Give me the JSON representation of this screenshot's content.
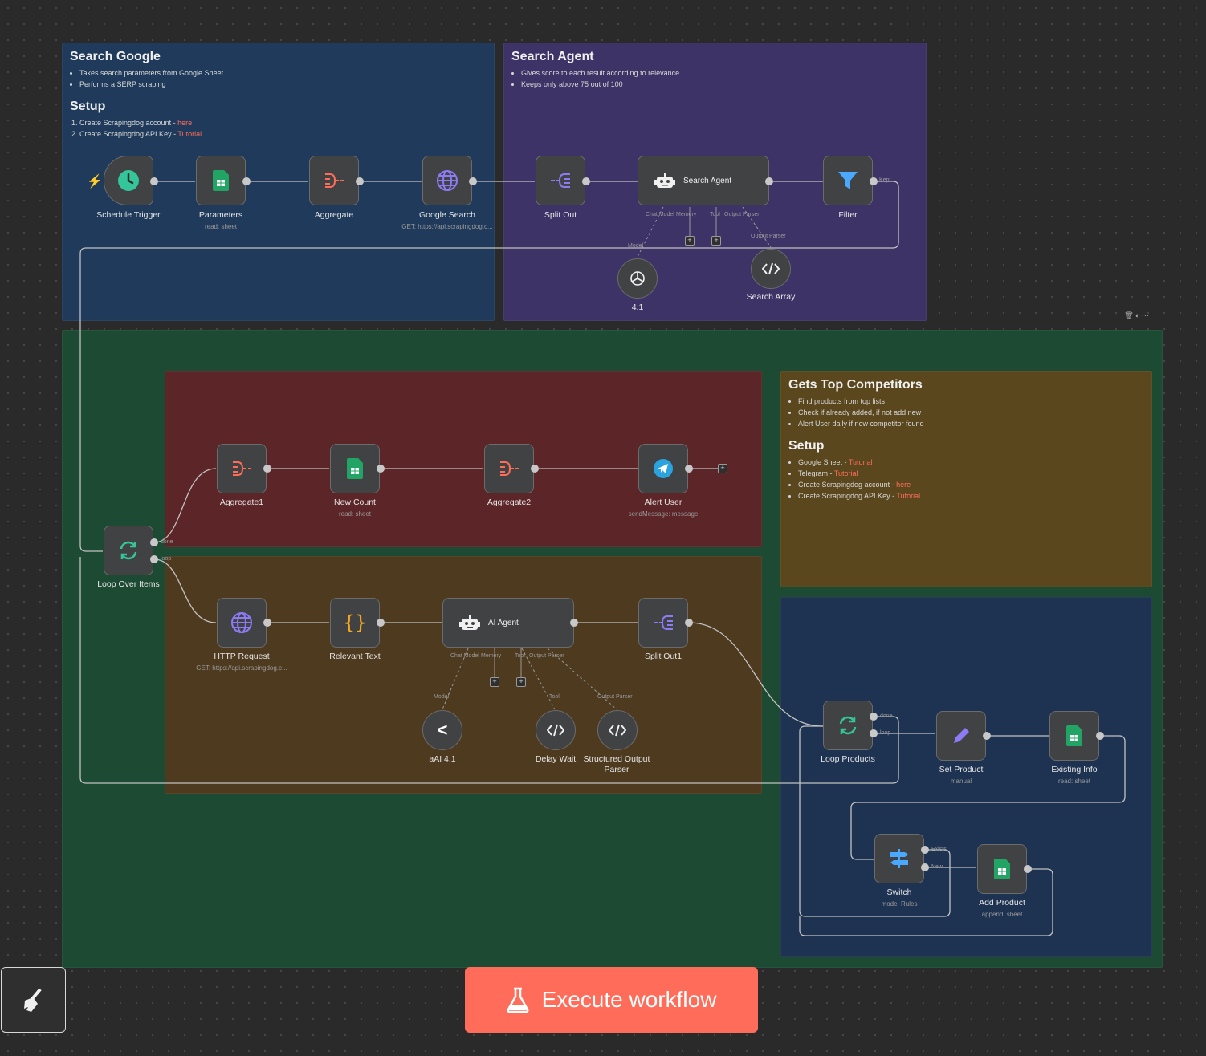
{
  "colors": {
    "accent": "#ff6d5a",
    "blue_note": "#1f3a5a",
    "purple_note": "#3d3366",
    "green_note": "#1d4a33",
    "red_note": "#5c2528",
    "brown_note": "#4e3a1f",
    "olive_note": "#5a471e",
    "dark_blue_note": "#1e3352"
  },
  "notes": {
    "search_google": {
      "title": "Search Google",
      "bullets": [
        "Takes search parameters from Google Sheet",
        "Performs a SERP scraping"
      ],
      "setup_title": "Setup",
      "steps": [
        {
          "text": "Create Scrapingdog account - ",
          "link": "here"
        },
        {
          "text": "Create Scrapingdog API Key - ",
          "link": "Tutorial"
        }
      ]
    },
    "search_agent": {
      "title": "Search Agent",
      "bullets": [
        "Gives score to each result according to relevance",
        "Keeps only above 75 out of 100"
      ]
    },
    "competitors": {
      "title": "Gets Top Competitors",
      "bullets": [
        "Find products from top lists",
        "Check if already added, if not add new",
        "Alert User daily if new competitor found"
      ],
      "setup_title": "Setup",
      "steps": [
        {
          "text": "Google Sheet - ",
          "link": "Tutorial"
        },
        {
          "text": "Telegram - ",
          "link": "Tutorial"
        },
        {
          "text": "Create Scrapingdog account - ",
          "link": "here"
        },
        {
          "text": "Create Scrapingdog API Key - ",
          "link": "Tutorial"
        }
      ]
    }
  },
  "nodes": {
    "schedule": {
      "label": "Schedule Trigger",
      "icon": "clock-icon"
    },
    "parameters": {
      "label": "Parameters",
      "sub": "read: sheet",
      "icon": "sheets-icon"
    },
    "aggregate": {
      "label": "Aggregate",
      "icon": "aggregate-icon"
    },
    "google_search": {
      "label": "Google Search",
      "sub": "GET: https://api.scrapingdog.c...",
      "icon": "globe-icon"
    },
    "split_out": {
      "label": "Split Out",
      "icon": "split-icon"
    },
    "search_agent": {
      "title": "Search Agent",
      "icon": "robot-icon"
    },
    "filter": {
      "label": "Filter",
      "icon": "filter-icon",
      "port": "Kept"
    },
    "model41": {
      "label": "4.1",
      "icon": "openai-icon"
    },
    "search_array": {
      "label": "Search Array",
      "icon": "code-icon"
    },
    "aggregate1": {
      "label": "Aggregate1"
    },
    "new_count": {
      "label": "New Count",
      "sub": "read: sheet"
    },
    "aggregate2": {
      "label": "Aggregate2"
    },
    "alert_user": {
      "label": "Alert User",
      "sub": "sendMessage: message",
      "icon": "telegram-icon"
    },
    "loop_items": {
      "label": "Loop Over Items",
      "port_done": "done",
      "port_loop": "loop"
    },
    "http_request": {
      "label": "HTTP Request",
      "sub": "GET: https://api.scrapingdog.c..."
    },
    "relevant_text": {
      "label": "Relevant Text"
    },
    "ai_agent": {
      "title": "AI Agent"
    },
    "split_out1": {
      "label": "Split Out1"
    },
    "aai41": {
      "label": "aAI 4.1"
    },
    "delay_wait": {
      "label": "Delay Wait"
    },
    "structured": {
      "label": "Structured Output Parser"
    },
    "loop_products": {
      "label": "Loop Products",
      "port_done": "done",
      "port_loop": "loop"
    },
    "set_product": {
      "label": "Set Product",
      "sub": "manual"
    },
    "existing_info": {
      "label": "Existing Info",
      "sub": "read: sheet"
    },
    "switch": {
      "label": "Switch",
      "sub": "mode: Rules",
      "port_exists": "Exists",
      "port_new": "New"
    },
    "add_product": {
      "label": "Add Product",
      "sub": "append: sheet"
    }
  },
  "ports": {
    "chat_model": "Chat Model",
    "memory": "Memory",
    "tool": "Tool",
    "output_parser": "Output Parser",
    "model": "Model"
  },
  "execute": {
    "label": "Execute workflow"
  }
}
